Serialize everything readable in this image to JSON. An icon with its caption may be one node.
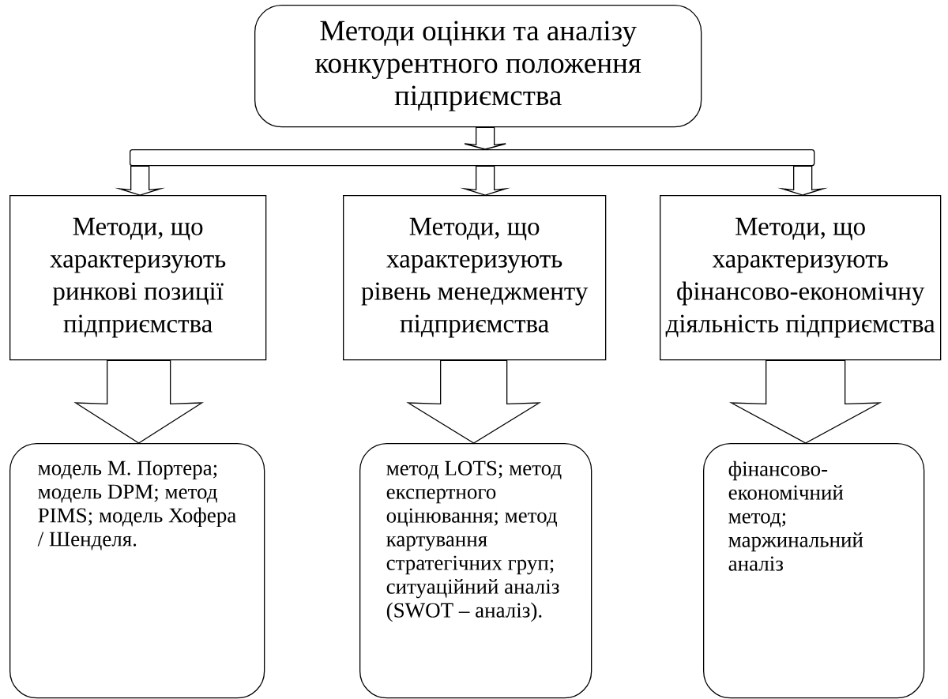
{
  "diagram": {
    "nodes": [
      {
        "text": [
          "Методи оцінки та аналізу конкурентного положення підприємства"
        ]
      },
      {
        "text": [],
        "shape": "bar"
      },
      {
        "text": [
          "Методи, що характеризують ринкові позиції підприємства"
        ]
      },
      {
        "text": [
          "Методи, що характеризують рівень менеджменту підприємства"
        ]
      },
      {
        "text": [
          "Методи, що характеризують фінансово-економічну діяльність підприємства"
        ]
      },
      {
        "text": [
          "модель М. Портера; модель DPM; метод PIMS; модель Хофера / Шенделя."
        ]
      },
      {
        "text": [
          "метод LOTS; метод експертного оцінювання; метод картування стратегічних груп; ситуаційний аналіз (SWOT – аналіз)."
        ]
      },
      {
        "text": [
          "фінансово-економічний метод; маржинальний аналіз"
        ]
      }
    ],
    "edges": [
      {
        "from": 0,
        "to": 1,
        "arrow": "to"
      },
      {
        "from": 1,
        "to": 2,
        "arrow": "to"
      },
      {
        "from": 1,
        "to": 3,
        "arrow": "to"
      },
      {
        "from": 1,
        "to": 4,
        "arrow": "to"
      },
      {
        "from": 2,
        "to": 5,
        "arrow": "to"
      },
      {
        "from": 3,
        "to": 6,
        "arrow": "to"
      },
      {
        "from": 4,
        "to": 7,
        "arrow": "to"
      }
    ]
  }
}
